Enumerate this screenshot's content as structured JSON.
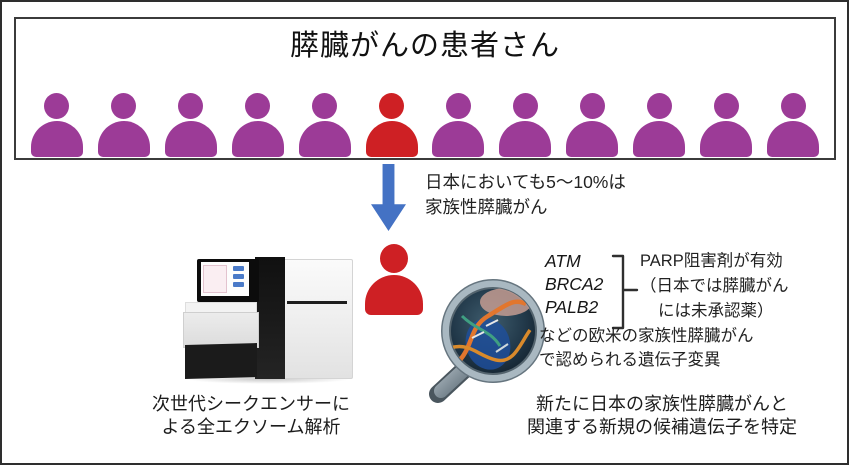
{
  "colors": {
    "person-purple": "#9C3B97",
    "person-red": "#CE2024",
    "arrow-blue": "#4472C4"
  },
  "patients_box": {
    "title": "膵臓がんの患者さん",
    "people": [
      "purple",
      "purple",
      "purple",
      "purple",
      "purple",
      "red",
      "purple",
      "purple",
      "purple",
      "purple",
      "purple",
      "purple"
    ]
  },
  "arrow_note": {
    "line1": "日本においても5～10%は",
    "line2": "家族性膵臓がん"
  },
  "sequencer": {
    "caption_line1": "次世代シークエンサーに",
    "caption_line2": "よる全エクソーム解析"
  },
  "genes": {
    "list": [
      "ATM",
      "BRCA2",
      "PALB2"
    ],
    "treatment_line1": "PARP阻害剤が有効",
    "treatment_line2": "（日本では膵臓がん",
    "treatment_line3": "には未承認薬）",
    "desc_line1": "などの欧米の家族性膵臓がん",
    "desc_line2": "で認められる遺伝子変異"
  },
  "finding": {
    "line1": "新たに日本の家族性膵臓がんと",
    "line2": "関連する新規の候補遺伝子を特定"
  }
}
